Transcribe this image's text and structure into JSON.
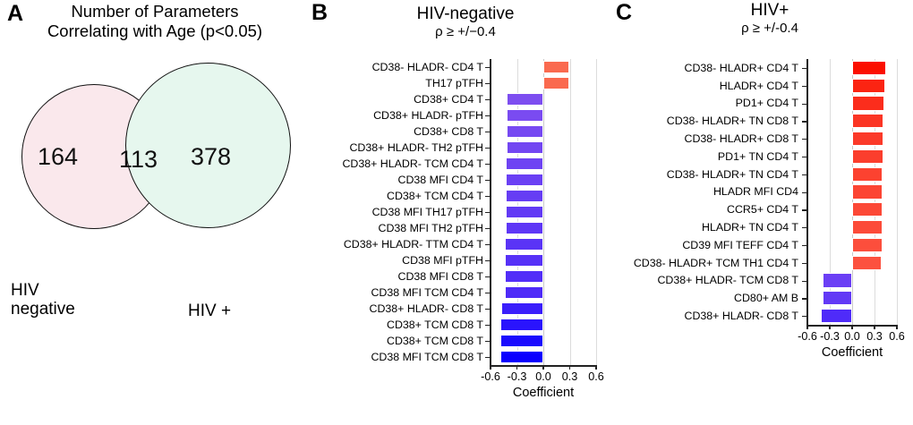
{
  "figure": {
    "panels": [
      "A",
      "B",
      "C"
    ]
  },
  "panelA": {
    "letter": "A",
    "title_line1": "Number of Parameters",
    "title_line2": "Correlating with Age (p<0.05)",
    "left_only_count": "164",
    "overlap_count": "113",
    "right_only_count": "378",
    "left_label_line1": "HIV",
    "left_label_line2": "negative",
    "right_label": "HIV +",
    "left_circle_color": "#fae8ec",
    "right_circle_color": "#e6f7ee",
    "overlap_color": "#ded9cf"
  },
  "panelB": {
    "letter": "B",
    "title": "HIV-negative",
    "subtitle": "ρ ≥ +/−0.4",
    "axis_title": "Coefficient"
  },
  "panelC": {
    "letter": "C",
    "title": "HIV+",
    "subtitle": "ρ ≥ +/-0.4",
    "axis_title": "Coefficient"
  },
  "chart_data": [
    {
      "type": "bar",
      "orientation": "horizontal",
      "panel": "B",
      "title": "HIV-negative",
      "subtitle": "ρ ≥ +/−0.4",
      "xlabel": "Coefficient",
      "ylabel": "",
      "xlim": [
        -0.6,
        0.6
      ],
      "xticks": [
        -0.6,
        -0.3,
        0.0,
        0.3,
        0.6
      ],
      "xticklabels": [
        "-0.6",
        "-0.3",
        "0.0",
        "0.3",
        "0.6"
      ],
      "grid": true,
      "legend": "none",
      "categories": [
        "CD38- HLADR- CD4 T",
        "TH17 pTFH",
        "CD38+ CD4 T",
        "CD38+ HLADR- pTFH",
        "CD38+ CD8 T",
        "CD38+ HLADR- TH2 pTFH",
        "CD38+ HLADR- TCM CD4 T",
        "CD38 MFI CD4 T",
        "CD38+ TCM CD4 T",
        "CD38 MFI TH17 pTFH",
        "CD38 MFI TH2 pTFH",
        "CD38+ HLADR- TTM CD4 T",
        "CD38 MFI pTFH",
        "CD38 MFI CD8 T",
        "CD38 MFI TCM CD4 T",
        "CD38+ HLADR- CD8 T",
        "CD38+ TCM CD8 T",
        "CD38+  TCM CD8 T",
        "CD38 MFI TCM CD8 T"
      ],
      "values": [
        0.29,
        0.29,
        -0.42,
        -0.42,
        -0.42,
        -0.42,
        -0.43,
        -0.43,
        -0.43,
        -0.43,
        -0.43,
        -0.44,
        -0.44,
        -0.44,
        -0.44,
        -0.48,
        -0.49,
        -0.49,
        -0.49
      ],
      "bar_colors": [
        "#fa6a4f",
        "#fa6a4f",
        "#7d4ef0",
        "#7a4bf1",
        "#7649f2",
        "#7246f2",
        "#6e43f3",
        "#6a40f4",
        "#663df4",
        "#623af5",
        "#5e37f6",
        "#5a34f6",
        "#5631f7",
        "#522ef8",
        "#4e2bf8",
        "#3a1efb",
        "#2a14fd",
        "#1a0afe",
        "#0a00ff"
      ]
    },
    {
      "type": "bar",
      "orientation": "horizontal",
      "panel": "C",
      "title": "HIV+",
      "subtitle": "ρ ≥ +/-0.4",
      "xlabel": "Coefficient",
      "ylabel": "",
      "xlim": [
        -0.6,
        0.6
      ],
      "xticks": [
        -0.6,
        -0.3,
        0.0,
        0.3,
        0.6
      ],
      "xticklabels": [
        "-0.6",
        "-0.3",
        "0.0",
        "0.3",
        "0.6"
      ],
      "grid": true,
      "legend": "none",
      "categories": [
        "CD38- HLADR+ CD4 T",
        "HLADR+ CD4 T",
        "PD1+ CD4 T",
        "CD38- HLADR+ TN CD8 T",
        "CD38- HLADR+ CD8 T",
        "PD1+ TN CD4 T",
        "CD38- HLADR+ TN CD4 T",
        "HLADR MFI CD4",
        "CCR5+ CD4 T",
        "HLADR+ TN CD4 T",
        "CD39 MFI TEFF CD4 T",
        "CD38- HLADR+ TCM TH1 CD4 T",
        "CD38+ HLADR- TCM CD8 T",
        "CD80+ AM B",
        "CD38+ HLADR-  CD8 T"
      ],
      "values": [
        0.46,
        0.44,
        0.43,
        0.42,
        0.42,
        0.42,
        0.41,
        0.41,
        0.41,
        0.41,
        0.41,
        0.4,
        -0.4,
        -0.4,
        -0.42
      ],
      "bar_colors": [
        "#fb0f00",
        "#fb2412",
        "#fb2d1c",
        "#fb3524",
        "#fb3a29",
        "#fb3e2d",
        "#fc4230",
        "#fc4533",
        "#fc4836",
        "#fc4b39",
        "#fc4e3c",
        "#fc513f",
        "#6b3ff5",
        "#6239f6",
        "#4f2bf9"
      ]
    }
  ]
}
